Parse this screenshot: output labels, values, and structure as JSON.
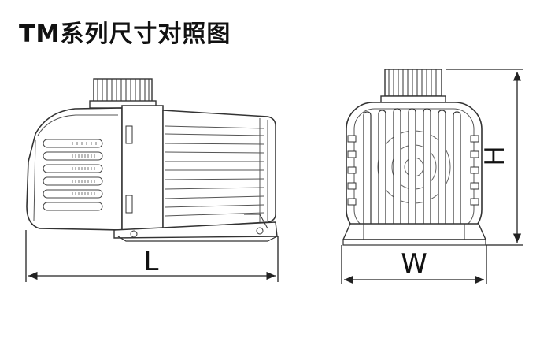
{
  "title": "TM系列尺寸对照图",
  "dimensions": {
    "length_label": "L",
    "width_label": "W",
    "height_label": "H"
  },
  "colors": {
    "line": "#333333",
    "fill": "#ffffff",
    "shade": "#e6e6e6",
    "dark": "#222222"
  }
}
